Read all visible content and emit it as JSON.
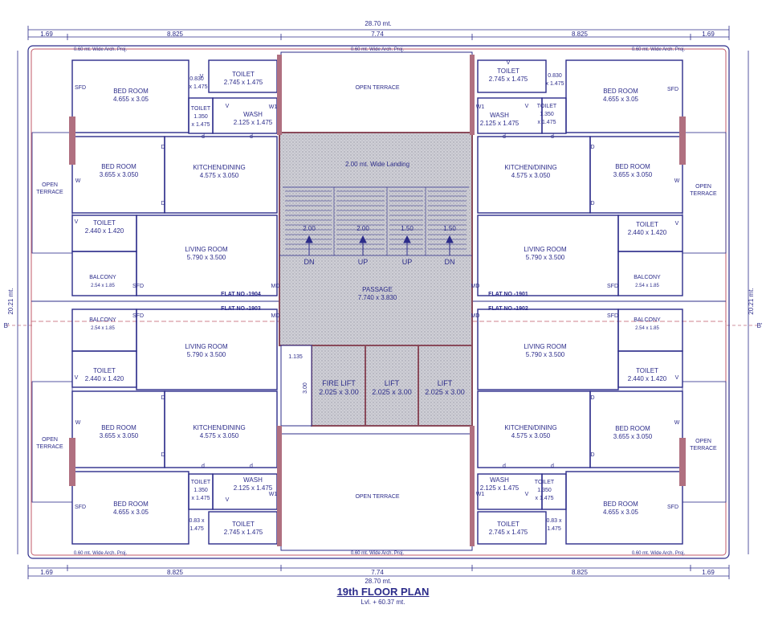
{
  "dimensions": {
    "overall_width": "28.70 mt.",
    "seg_a": "1.69",
    "seg_b": "8.825",
    "seg_c": "7.74",
    "overall_depth": "20.21 mt.",
    "grid_mark": "B'"
  },
  "arch_projection": "0.60 mt. Wide Arch. Proj.",
  "rooms": {
    "bedroom": "BED ROOM",
    "bed_master_dim": "4.655 x 3.05",
    "bed_second_dim": "3.655 x 3.050",
    "toilet": "TOILET",
    "toilet_a_dim": "2.745 x 1.475",
    "toilet_b_dim1": "1.350",
    "toilet_b_dim2": "x 1.475",
    "toilet_c_dim": "2.440 x 1.420",
    "wash": "WASH",
    "wash_dim": "2.125 x 1.475",
    "duct_dim1": "0.830",
    "duct_dim2": "x 1.475",
    "duct_dim1_alt": "0.83 x",
    "duct_dim2_alt": "1.475",
    "kitchen": "KITCHEN/DINING",
    "kitchen_dim": "4.575 x 3.050",
    "living": "LIVING ROOM",
    "living_dim": "5.790 x 3.500",
    "balcony": "BALCONY",
    "balcony_dim": "2.54 x 1.85",
    "open": "OPEN",
    "terrace": "TERRACE",
    "open_terrace": "OPEN TERRACE"
  },
  "door_marks": {
    "sfd": "SFD",
    "md": "MD",
    "d": "D",
    "d_small": "d",
    "w": "W",
    "v": "V",
    "w1": "W1"
  },
  "flats": {
    "f1901": "FLAT NO -1901",
    "f1902": "FLAT NO -1902",
    "f1903": "FLAT NO -1903",
    "f1904": "FLAT NO -1904"
  },
  "core": {
    "landing": "2.00 mt. Wide Landing",
    "stair_widths": [
      "2.00",
      "2.00",
      "1.50",
      "1.50"
    ],
    "stair_dirs": [
      "DN",
      "UP",
      "UP",
      "DN"
    ],
    "passage": "PASSAGE",
    "passage_dim": "7.740 x 3.830",
    "lift_dim_1135": "1.135",
    "lift_dim_300": "3.00",
    "fire_lift": "FIRE LIFT",
    "lift": "LIFT",
    "lift_dim": "2.025 x 3.00"
  },
  "title": "19th FLOOR PLAN",
  "level": "Lvl. + 60.37 mt."
}
